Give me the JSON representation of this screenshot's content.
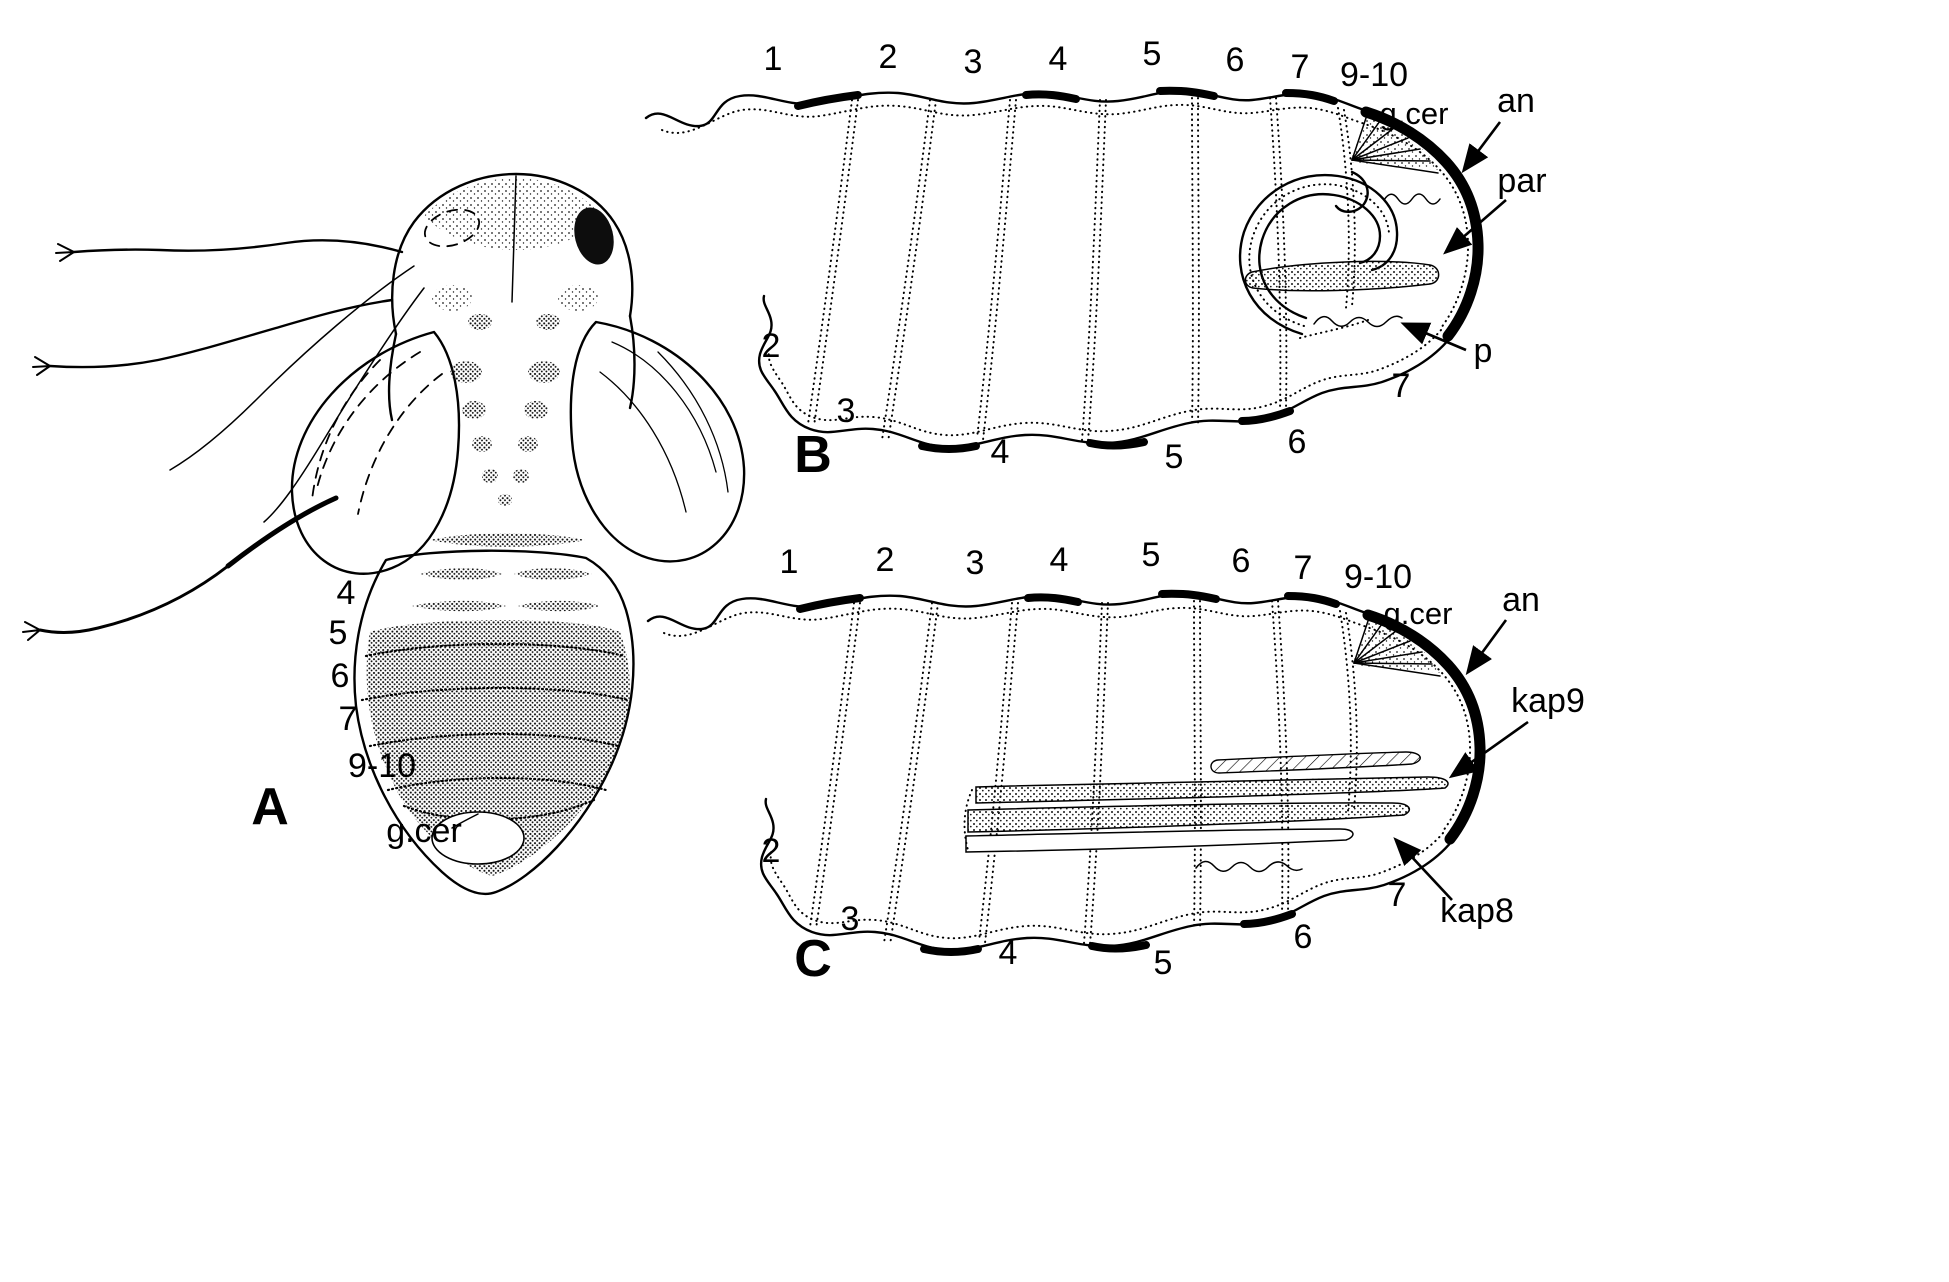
{
  "colors": {
    "background": "#ffffff",
    "ink": "#000000"
  },
  "panelA": {
    "letter": "A",
    "segments": {
      "s4": "4",
      "s5": "5",
      "s6": "6",
      "s7": "7",
      "s910": "9-10"
    },
    "gcer": "g.cer"
  },
  "panelB": {
    "letter": "B",
    "top": [
      "1",
      "2",
      "3",
      "4",
      "5",
      "6",
      "7",
      "9-10"
    ],
    "bottom": [
      "2",
      "3",
      "4",
      "5",
      "6",
      "7"
    ],
    "gcer": "g.cer",
    "callout_an": "an",
    "callout_par": "par",
    "callout_p": "p"
  },
  "panelC": {
    "letter": "C",
    "top": [
      "1",
      "2",
      "3",
      "4",
      "5",
      "6",
      "7",
      "9-10"
    ],
    "bottom": [
      "2",
      "3",
      "4",
      "5",
      "6",
      "7"
    ],
    "gcer": "g.cer",
    "callout_an": "an",
    "callout_kap9": "kap9",
    "callout_kap8": "kap8"
  }
}
